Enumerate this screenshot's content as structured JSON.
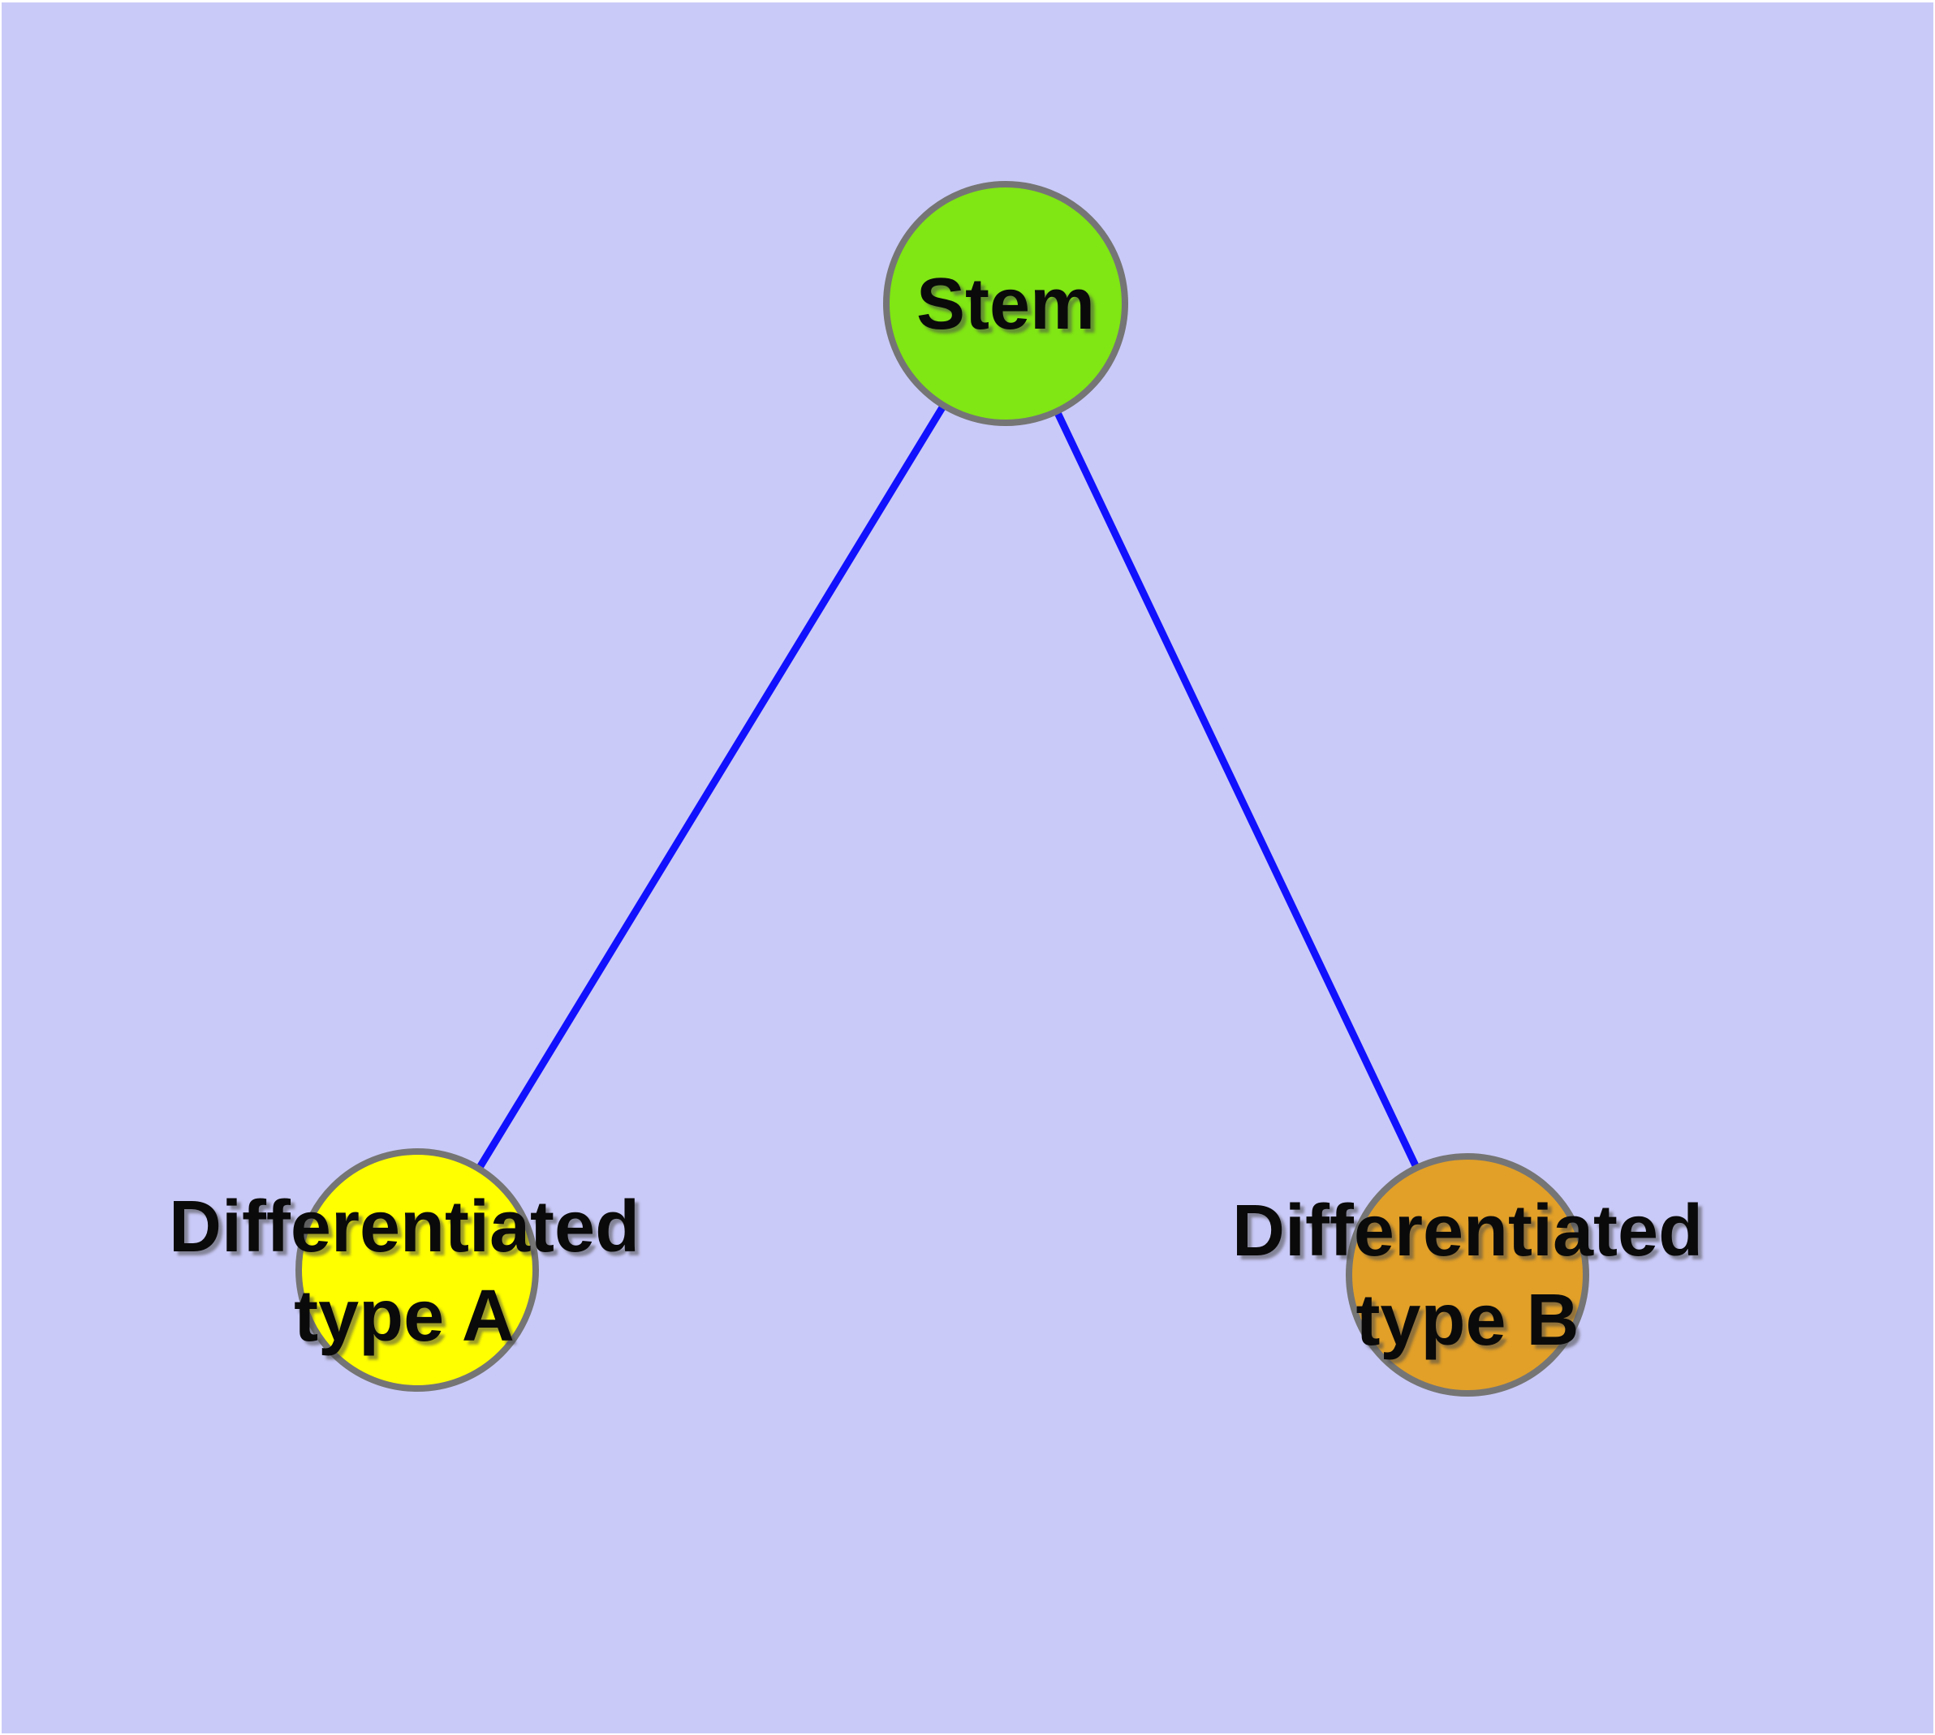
{
  "diagram": {
    "type": "graph",
    "description": "Cell differentiation hierarchy graph with one stem node and two differentiated cell type nodes",
    "colors": {
      "background": "#cacaf8",
      "frame_margin": "#ffffff",
      "edge": "#1111fe",
      "node_border": "#757575",
      "label_text": "#0a0a0a"
    },
    "nodes": [
      {
        "id": "stem",
        "label": "Stem",
        "fill": "#80e614"
      },
      {
        "id": "typeA",
        "label": "Differentiated\ntype A",
        "fill": "#ffff00"
      },
      {
        "id": "typeB",
        "label": "Differentiated\ntype B",
        "fill": "#e2a028"
      }
    ],
    "edges": [
      {
        "from": "Stem",
        "to": "Differentiated type A"
      },
      {
        "from": "Stem",
        "to": "Differentiated type B"
      }
    ]
  }
}
